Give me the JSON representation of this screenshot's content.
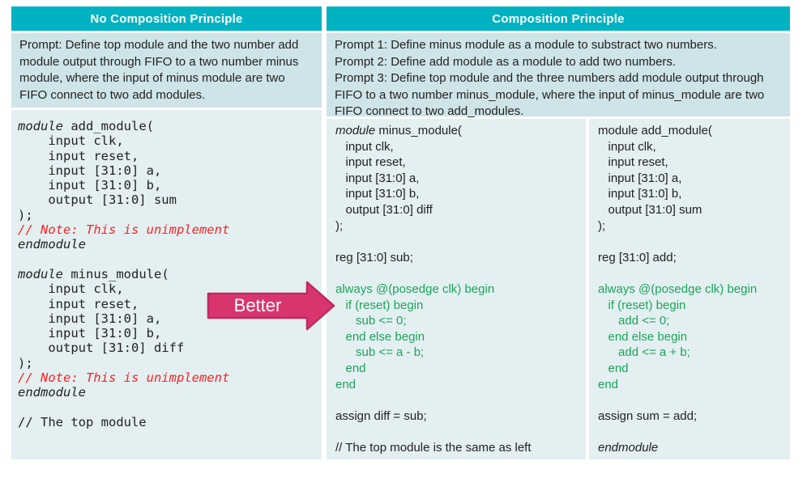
{
  "colors": {
    "header_bg": "#00b2c2",
    "prompt_bg": "#cee4e8",
    "code_bg": "#e3eff1",
    "code_green": "#1ca45b",
    "comment_red": "#fa2323",
    "arrow_fill": "#d8356e",
    "arrow_stroke": "#bf2a5f"
  },
  "left": {
    "header": "No Composition Principle",
    "prompt": "Prompt: Define top module and the two number add module output through FIFO to a two number minus module, where the input of minus module are two FIFO connect to two add modules.",
    "code": [
      {
        "parts": [
          {
            "t": "module",
            "s": "it"
          },
          {
            "t": " add_module("
          }
        ]
      },
      {
        "t": "    input clk,"
      },
      {
        "t": "    input reset,"
      },
      {
        "t": "    input [31:0] a,"
      },
      {
        "t": "    input [31:0] b,"
      },
      {
        "t": "    output [31:0] sum"
      },
      {
        "t": ");"
      },
      {
        "t": "// Note: This is unimplement",
        "s": "red"
      },
      {
        "t": "endmodule",
        "s": "it"
      },
      {
        "t": ""
      },
      {
        "parts": [
          {
            "t": "module",
            "s": "it"
          },
          {
            "t": " minus_module("
          }
        ]
      },
      {
        "t": "    input clk,"
      },
      {
        "t": "    input reset,"
      },
      {
        "t": "    input [31:0] a,"
      },
      {
        "t": "    input [31:0] b,"
      },
      {
        "t": "    output [31:0] diff"
      },
      {
        "t": ");"
      },
      {
        "t": "// Note: This is unimplement",
        "s": "red"
      },
      {
        "t": "endmodule",
        "s": "it"
      },
      {
        "t": ""
      },
      {
        "t": "// The top module"
      }
    ]
  },
  "right": {
    "header": "Composition Principle",
    "prompts": [
      "Prompt 1: Define minus module as a module to substract two numbers.",
      "Prompt 2: Define add module as a module to add two numbers.",
      "Prompt 3: Define top module and the three numbers add module output through FIFO to a two number minus_module, where the input of minus_module are two FIFO connect to two add_modules."
    ],
    "code_minus": [
      {
        "parts": [
          {
            "t": "module ",
            "s": "it"
          },
          {
            "t": "minus_module("
          }
        ]
      },
      {
        "t": "   input clk,"
      },
      {
        "t": "   input reset,"
      },
      {
        "t": "   input [31:0] a,"
      },
      {
        "t": "   input [31:0] b,"
      },
      {
        "t": "   output [31:0] diff"
      },
      {
        "t": ");"
      },
      {
        "t": ""
      },
      {
        "t": "reg [31:0] sub;"
      },
      {
        "t": ""
      },
      {
        "t": "always @(posedge clk) begin",
        "s": "green"
      },
      {
        "t": "   if (reset) begin",
        "s": "green"
      },
      {
        "t": "      sub <= 0;",
        "s": "green"
      },
      {
        "t": "   end else begin",
        "s": "green"
      },
      {
        "t": "      sub <= a - b;",
        "s": "green"
      },
      {
        "t": "   end",
        "s": "green"
      },
      {
        "t": "end",
        "s": "green"
      },
      {
        "t": ""
      },
      {
        "t": "assign diff = sub;"
      },
      {
        "t": ""
      },
      {
        "t": "// The top module is the same as left"
      }
    ],
    "code_add": [
      {
        "t": "module add_module("
      },
      {
        "t": "   input clk,"
      },
      {
        "t": "   input reset,"
      },
      {
        "t": "   input [31:0] a,"
      },
      {
        "t": "   input [31:0] b,"
      },
      {
        "t": "   output [31:0] sum"
      },
      {
        "t": ");"
      },
      {
        "t": ""
      },
      {
        "t": "reg [31:0] add;"
      },
      {
        "t": ""
      },
      {
        "t": "always @(posedge clk) begin",
        "s": "green"
      },
      {
        "t": "   if (reset) begin",
        "s": "green"
      },
      {
        "t": "      add <= 0;",
        "s": "green"
      },
      {
        "t": "   end else begin",
        "s": "green"
      },
      {
        "t": "      add <= a + b;",
        "s": "green"
      },
      {
        "t": "   end",
        "s": "green"
      },
      {
        "t": "end",
        "s": "green"
      },
      {
        "t": ""
      },
      {
        "t": "assign sum = add;"
      },
      {
        "t": ""
      },
      {
        "t": "endmodule",
        "s": "it"
      }
    ]
  },
  "arrow": {
    "label": "Better"
  }
}
